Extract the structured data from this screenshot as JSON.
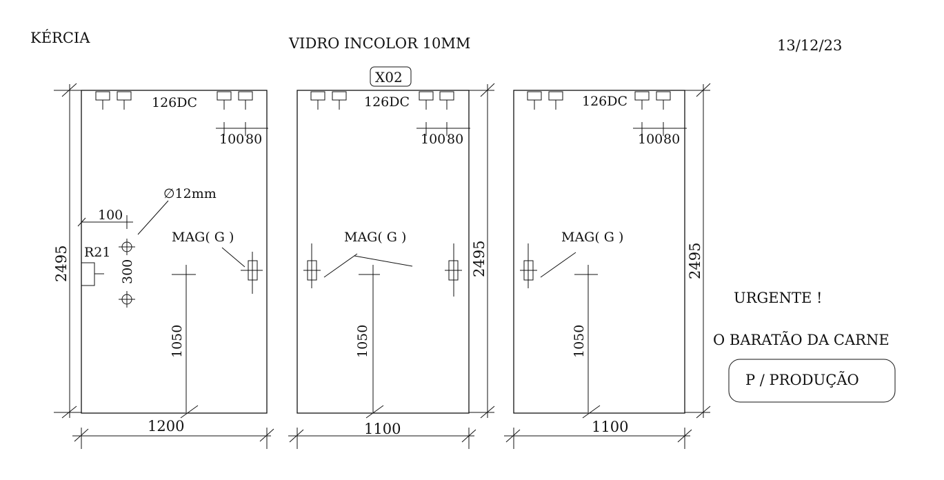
{
  "header": {
    "client": "KÉRCIA",
    "material": "VIDRO INCOLOR 10MM",
    "date": "13/12/23"
  },
  "panels": [
    {
      "id": "panel-1",
      "width_label": "1200",
      "height_label": "2495",
      "top_hardware": "126DC",
      "offset_a": "100",
      "offset_b": "80",
      "magnet_label": "MAG( G )",
      "handle_height": "1050",
      "hole_diameter": "∅12mm",
      "hole_edge_offset": "100",
      "hole_spacing": "300",
      "notch_label": "R21"
    },
    {
      "id": "panel-2",
      "tag": "X02",
      "width_label": "1100",
      "height_label": "2495",
      "top_hardware": "126DC",
      "offset_a": "100",
      "offset_b": "80",
      "magnet_label": "MAG( G )",
      "handle_height": "1050"
    },
    {
      "id": "panel-3",
      "width_label": "1100",
      "height_label": "2495",
      "top_hardware": "126DC",
      "offset_a": "100",
      "offset_b": "80",
      "magnet_label": "MAG( G )",
      "handle_height": "1050"
    }
  ],
  "notes": {
    "urgent": "URGENTE !",
    "customer": "O BARATÃO DA CARNE",
    "stamp": "P / PRODUÇÃO"
  }
}
